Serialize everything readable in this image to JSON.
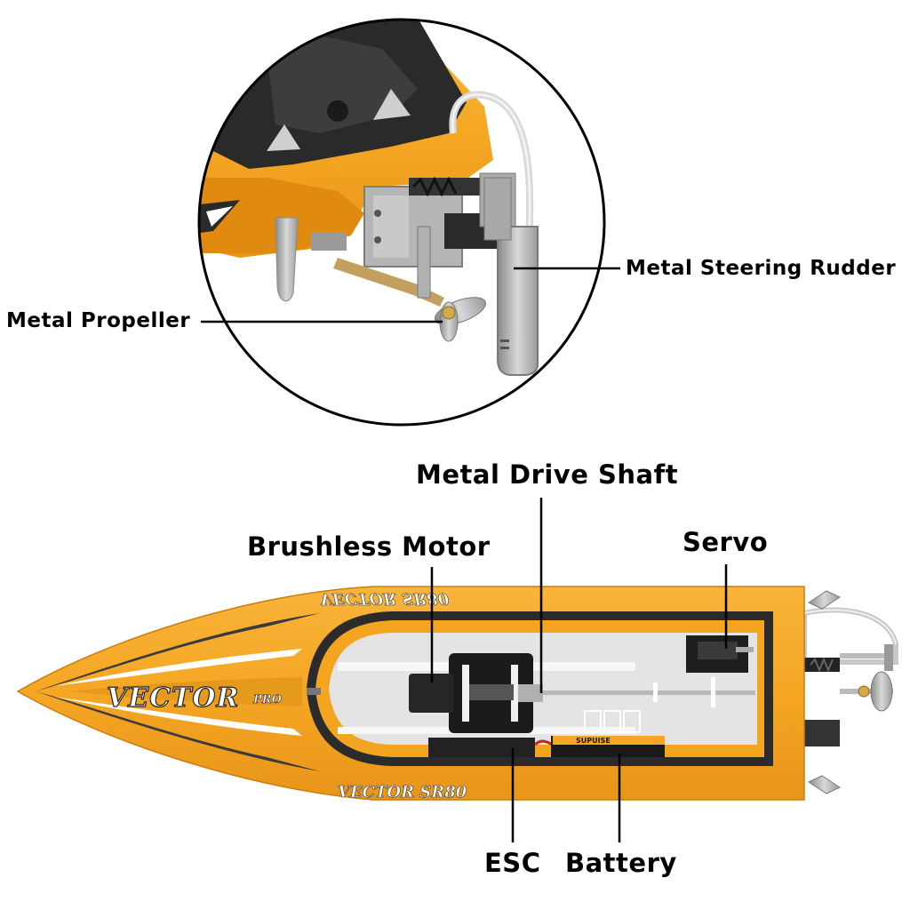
{
  "labels": {
    "rudder": "Metal Steering Rudder",
    "propeller": "Metal Propeller",
    "drive_shaft": "Metal Drive Shaft",
    "motor": "Brushless Motor",
    "servo": "Servo",
    "esc": "ESC",
    "battery": "Battery"
  },
  "boat": {
    "logo_main": "VECTOR",
    "logo_sub": "PRO",
    "side_text": "VECTOR SR80",
    "battery_brand": "SUPUISE"
  },
  "colors": {
    "hull": "#f5a623",
    "hull_dark": "#d9880f",
    "cockpit": "#e5e5e5",
    "stripe_dark": "#3a3a3a",
    "metal": "#b8b8b8",
    "line": "#000000"
  }
}
